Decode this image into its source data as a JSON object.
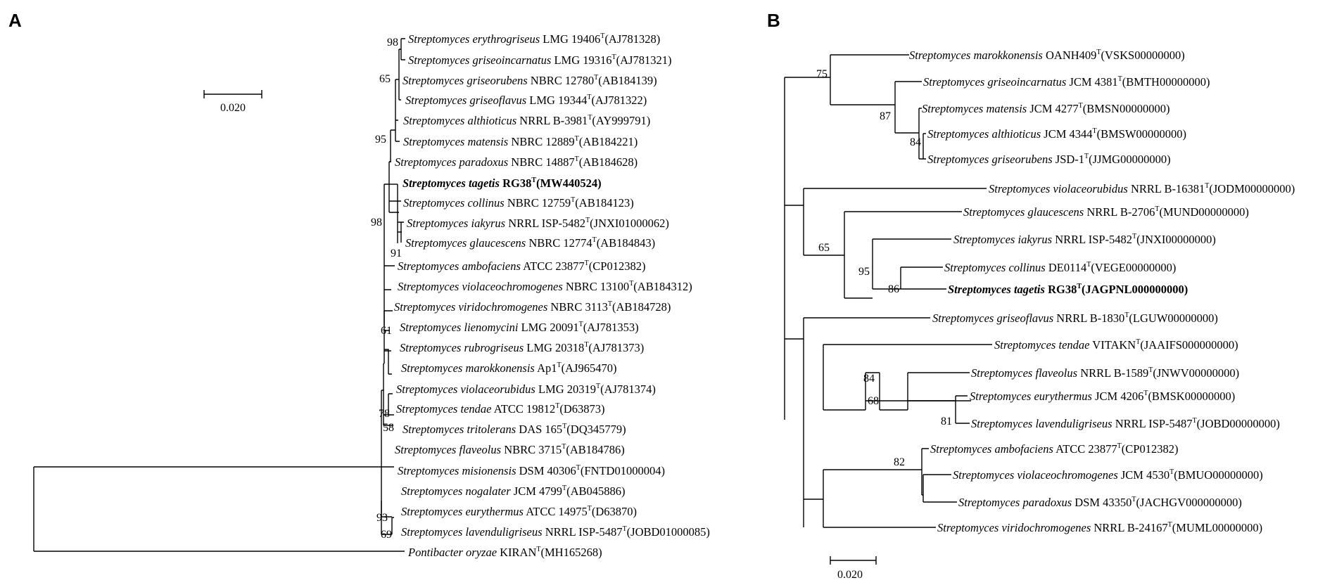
{
  "panelA": {
    "label": "A",
    "scale": "0.020",
    "leaves": [
      {
        "species": "Streptomyces erythrogriseus",
        "strain": "LMG 19406",
        "acc": "(AJ781328)"
      },
      {
        "species": "Streptomyces griseoincarnatus",
        "strain": "LMG 19316",
        "acc": "(AJ781321)"
      },
      {
        "species": "Streptomyces griseorubens",
        "strain": "NBRC 12780",
        "acc": "(AB184139)"
      },
      {
        "species": "Streptomyces griseoflavus",
        "strain": "LMG 19344",
        "acc": "(AJ781322)"
      },
      {
        "species": "Streptomyces althioticus",
        "strain": "NRRL B-3981",
        "acc": "(AY999791)"
      },
      {
        "species": "Streptomyces matensis",
        "strain": "NBRC 12889",
        "acc": "(AB184221)"
      },
      {
        "species": "Streptomyces paradoxus",
        "strain": "NBRC 14887",
        "acc": "(AB184628)"
      },
      {
        "species": "Streptomyces tagetis",
        "strain": "RG38",
        "acc": "(MW440524)",
        "bold": true
      },
      {
        "species": "Streptomyces collinus",
        "strain": "NBRC 12759",
        "acc": "(AB184123)"
      },
      {
        "species": "Streptomyces iakyrus",
        "strain": "NRRL ISP-5482",
        "acc": "(JNXI01000062)"
      },
      {
        "species": "Streptomyces glaucescens",
        "strain": "NBRC 12774",
        "acc": "(AB184843)"
      },
      {
        "species": "Streptomyces ambofaciens",
        "strain": "ATCC 23877",
        "acc": "(CP012382)"
      },
      {
        "species": "Streptomyces violaceochromogenes",
        "strain": "NBRC 13100",
        "acc": "(AB184312)"
      },
      {
        "species": "Streptomyces viridochromogenes",
        "strain": "NBRC 3113",
        "acc": "(AB184728)"
      },
      {
        "species": "Streptomyces lienomycini",
        "strain": "LMG 20091",
        "acc": "(AJ781353)"
      },
      {
        "species": "Streptomyces rubrogriseus",
        "strain": "LMG 20318",
        "acc": "(AJ781373)"
      },
      {
        "species": "Streptomyces marokkonensis",
        "strain": "Ap1",
        "acc": "(AJ965470)"
      },
      {
        "species": "Streptomyces violaceorubidus",
        "strain": "LMG 20319",
        "acc": "(AJ781374)"
      },
      {
        "species": "Streptomyces tendae",
        "strain": "ATCC 19812",
        "acc": "(D63873)"
      },
      {
        "species": "Streptomyces tritolerans",
        "strain": "DAS 165",
        "acc": "(DQ345779)"
      },
      {
        "species": "Streptomyces flaveolus",
        "strain": "NBRC 3715",
        "acc": "(AB184786)"
      },
      {
        "species": "Streptomyces misionensis",
        "strain": "DSM 40306",
        "acc": "(FNTD01000004)"
      },
      {
        "species": "Streptomyces nogalater",
        "strain": "JCM 4799",
        "acc": "(AB045886)"
      },
      {
        "species": "Streptomyces eurythermus",
        "strain": "ATCC 14975",
        "acc": "(D63870)"
      },
      {
        "species": "Streptomyces lavenduligriseus",
        "strain": "NRRL ISP-5487",
        "acc": "(JOBD01000085)"
      },
      {
        "species": "Pontibacter oryzae",
        "strain": "KIRAN",
        "acc": "(MH165268)"
      }
    ],
    "bootstraps": [
      "98",
      "65",
      "95",
      "98",
      "91",
      "61",
      "78",
      "58",
      "93",
      "69"
    ]
  },
  "panelB": {
    "label": "B",
    "scale": "0.020",
    "leaves": [
      {
        "species": "Streptomyces marokkonensis",
        "strain": "OANH409",
        "acc": "(VSKS00000000)"
      },
      {
        "species": "Streptomyces griseoincarnatus",
        "strain": "JCM 4381",
        "acc": "(BMTH00000000)"
      },
      {
        "species": "Streptomyces matensis",
        "strain": "JCM 4277",
        "acc": "(BMSN00000000)"
      },
      {
        "species": "Streptomyces althioticus",
        "strain": "JCM 4344",
        "acc": "(BMSW00000000)"
      },
      {
        "species": "Streptomyces griseorubens",
        "strain": "JSD-1",
        "acc": "(JJMG00000000)"
      },
      {
        "species": "Streptomyces violaceorubidus",
        "strain": "NRRL B-16381",
        "acc": "(JODM00000000)"
      },
      {
        "species": "Streptomyces glaucescens",
        "strain": "NRRL B-2706",
        "acc": "(MUND00000000)"
      },
      {
        "species": "Streptomyces iakyrus",
        "strain": "NRRL ISP-5482",
        "acc": "(JNXI00000000)"
      },
      {
        "species": "Streptomyces collinus",
        "strain": "DE0114",
        "acc": "(VEGE00000000)"
      },
      {
        "species": "Streptomyces tagetis",
        "strain": "RG38",
        "acc": "(JAGPNL000000000)",
        "bold": true
      },
      {
        "species": "Streptomyces griseoflavus",
        "strain": "NRRL B-1830",
        "acc": "(LGUW00000000)"
      },
      {
        "species": "Streptomyces tendae",
        "strain": "VITAKN",
        "acc": "(JAAIFS000000000)"
      },
      {
        "species": "Streptomyces flaveolus",
        "strain": "NRRL B-1589",
        "acc": "(JNWV00000000)"
      },
      {
        "species": "Streptomyces eurythermus",
        "strain": "JCM 4206",
        "acc": "(BMSK00000000)"
      },
      {
        "species": "Streptomyces lavenduligriseus",
        "strain": "NRRL ISP-5487",
        "acc": "(JOBD00000000)"
      },
      {
        "species": "Streptomyces ambofaciens",
        "strain": "ATCC 23877",
        "acc": "(CP012382)"
      },
      {
        "species": "Streptomyces violaceochromogenes",
        "strain": "JCM 4530",
        "acc": "(BMUO00000000)"
      },
      {
        "species": "Streptomyces paradoxus",
        "strain": "DSM 43350",
        "acc": "(JACHGV000000000)"
      },
      {
        "species": "Streptomyces viridochromogenes",
        "strain": "NRRL B-24167",
        "acc": "(MUML00000000)"
      }
    ],
    "bootstraps": [
      "75",
      "87",
      "84",
      "65",
      "95",
      "86",
      "84",
      "68",
      "81",
      "82"
    ]
  },
  "type_superscript": "T"
}
